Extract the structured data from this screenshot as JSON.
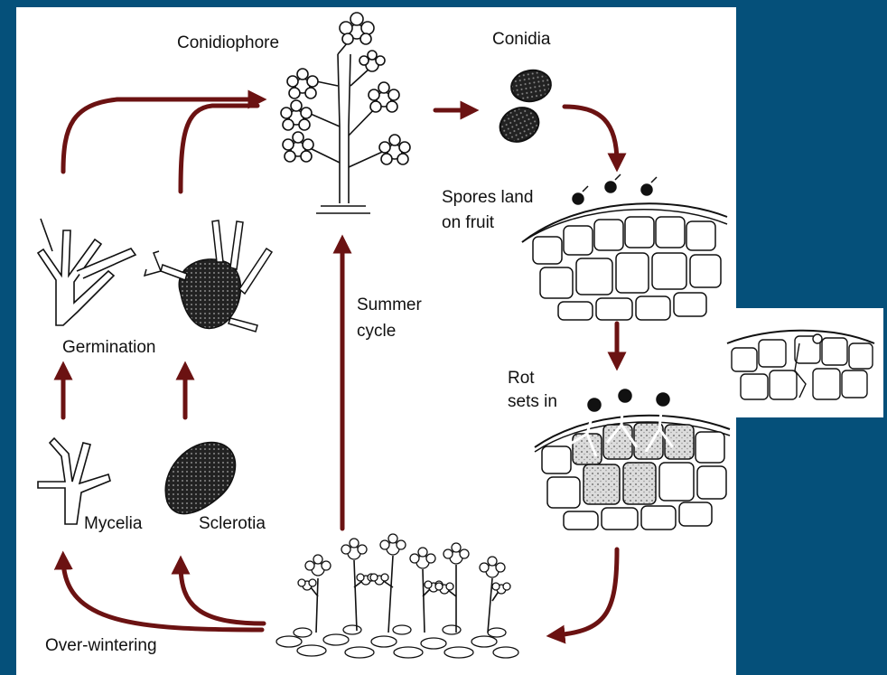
{
  "colors": {
    "background": "#05507a",
    "panel": "#ffffff",
    "arrow": "#6b1212",
    "ink": "#111111",
    "fill_gray": "#bbbbbb"
  },
  "labels": {
    "conidiophore": "Conidiophore",
    "conidia": "Conidia",
    "spores_land_1": "Spores land",
    "spores_land_2": "on fruit",
    "rot_1": "Rot",
    "rot_2": "sets in",
    "summer_1": "Summer",
    "summer_2": "cycle",
    "germination": "Germination",
    "mycelia": "Mycelia",
    "sclerotia": "Sclerotia",
    "over_wintering": "Over-wintering"
  }
}
